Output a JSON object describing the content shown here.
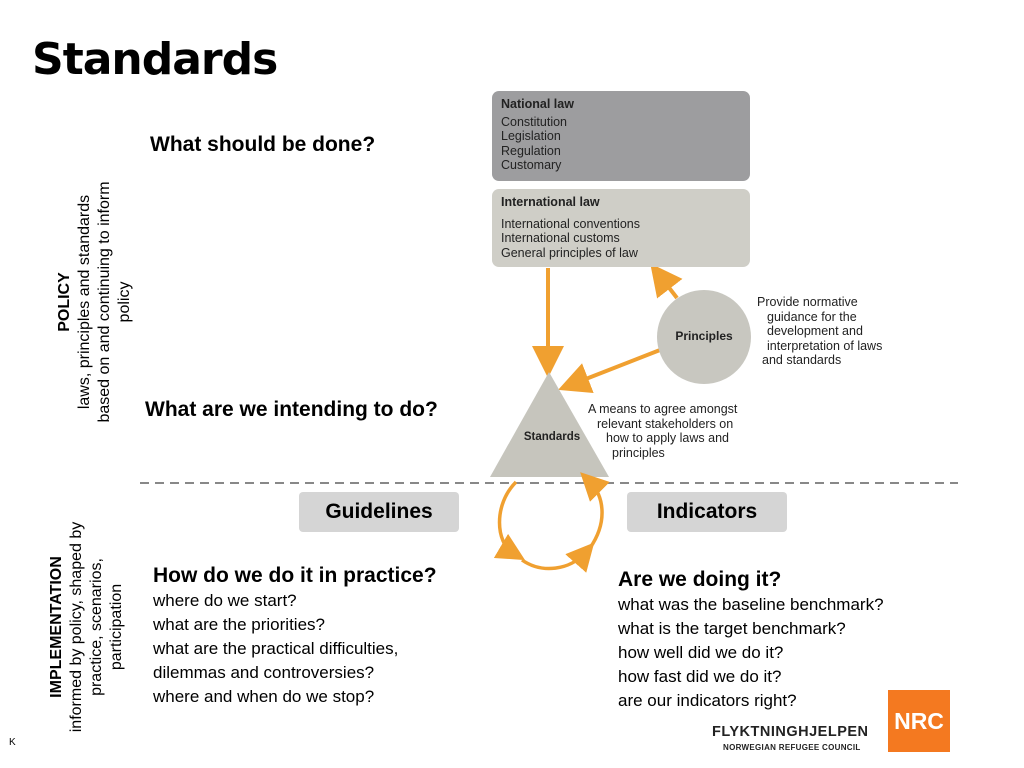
{
  "slide": {
    "title": "Standards",
    "footer_mark": "K"
  },
  "policy": {
    "heading": "POLICY",
    "lines": [
      "laws, principles and standards",
      "based on and continuing to inform",
      "policy"
    ]
  },
  "implementation": {
    "heading": "IMPLEMENTATION",
    "lines": [
      "informed by policy, shaped by",
      "practice, scenarios,",
      "participation"
    ]
  },
  "questions": {
    "what_should": "What should be done?",
    "what_intending": "What are we intending to do?"
  },
  "national_law": {
    "heading": "National law",
    "items": [
      "Constitution",
      "Legislation",
      "Regulation",
      "Customary"
    ]
  },
  "international_law": {
    "heading": "International law",
    "items": [
      "International conventions",
      "International customs",
      "General principles of law"
    ]
  },
  "principles": {
    "label": "Principles",
    "note": [
      "Provide normative",
      "guidance for the",
      "development and",
      "interpretation of laws",
      "and standards"
    ]
  },
  "standards": {
    "label": "Standards",
    "note": [
      "A means to agree amongst",
      "relevant stakeholders on",
      "how to apply laws and",
      "principles"
    ]
  },
  "guidelines": {
    "label": "Guidelines"
  },
  "indicators": {
    "label": "Indicators"
  },
  "practice": {
    "heading": "How do we do it in practice?",
    "items": [
      "where do we start?",
      "what are the priorities?",
      "what are the practical difficulties,",
      "dilemmas and controversies?",
      "where and when do we stop?"
    ]
  },
  "doing": {
    "heading": "Are we doing it?",
    "items": [
      "what was the baseline benchmark?",
      "what is the target benchmark?",
      "how well did we do it?",
      "how fast did we do it?",
      "are our indicators right?"
    ]
  },
  "logo": {
    "name": "FLYKTNINGHJELPEN",
    "subtitle": "NORWEGIAN REFUGEE COUNCIL",
    "mark": "NRC"
  },
  "colors": {
    "national_box": "#9d9d9f",
    "international_box": "#cfcec7",
    "principles_circle": "#c8c7c0",
    "standards_triangle": "#c6c5bd",
    "arrow": "#f0a030",
    "nrc_orange": "#f47920",
    "divider": "#888888"
  }
}
